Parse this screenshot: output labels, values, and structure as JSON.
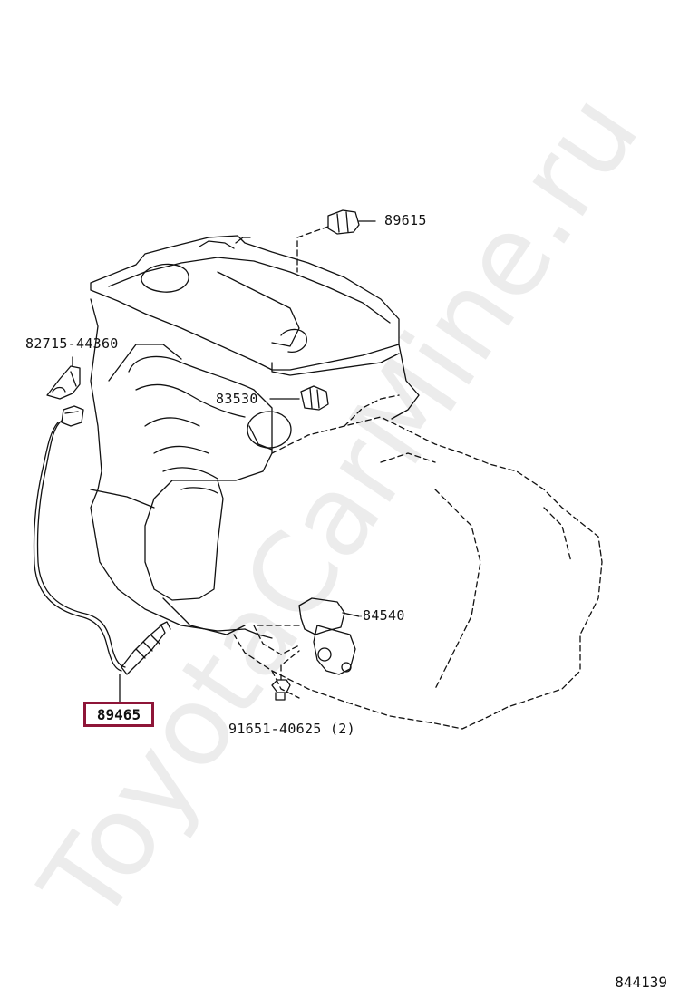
{
  "labels": {
    "p89615": "89615",
    "p82715": "82715-44360",
    "p83530": "83530",
    "p84540": "84540",
    "p89465": "89465",
    "p91651": "91651-40625 (2)"
  },
  "highlight_color": "#8e1538",
  "watermark": "ToyotaCarMine.ru",
  "diagram_number": "844139"
}
